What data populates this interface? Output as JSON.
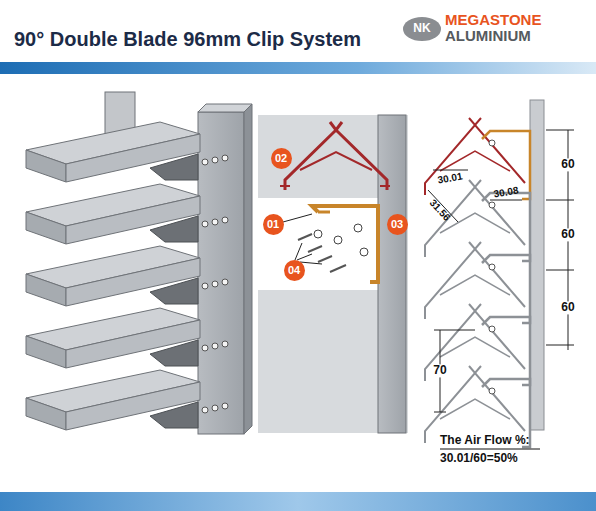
{
  "diagram": {
    "title": "90° Double Blade 96mm Clip System",
    "nodes": [
      {
        "text": [
          "NK"
        ]
      },
      {
        "text": [
          "02"
        ]
      },
      {
        "text": [
          "01"
        ]
      },
      {
        "text": [
          "03"
        ]
      },
      {
        "text": [
          "04"
        ]
      }
    ],
    "labels": [
      "MEGASTONE",
      "ALUMINIUM",
      "60",
      "60",
      "60",
      "70",
      "30.01",
      "31.56",
      "30.08",
      "The Air Flow %:",
      "30.01/60=50%"
    ]
  }
}
